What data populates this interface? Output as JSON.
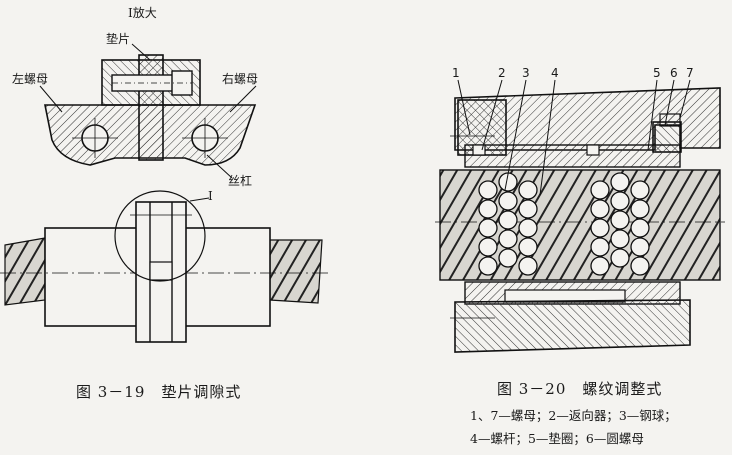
{
  "fig19": {
    "detail_title": "Ⅰ放大",
    "label_shim": "垫片",
    "label_left_nut": "左螺母",
    "label_right_nut": "右螺母",
    "label_screw": "丝杠",
    "label_marker": "Ⅰ",
    "caption": "图 3－19　垫片调隙式"
  },
  "fig20": {
    "callouts": [
      "1",
      "2",
      "3",
      "4",
      "5",
      "6",
      "7"
    ],
    "caption": "图 3－20　螺纹调整式",
    "legend_line1": "1、7—螺母；2—返向器；3—钢球；",
    "legend_line2": "4—螺杆；5—垫圈；6—圆螺母"
  }
}
